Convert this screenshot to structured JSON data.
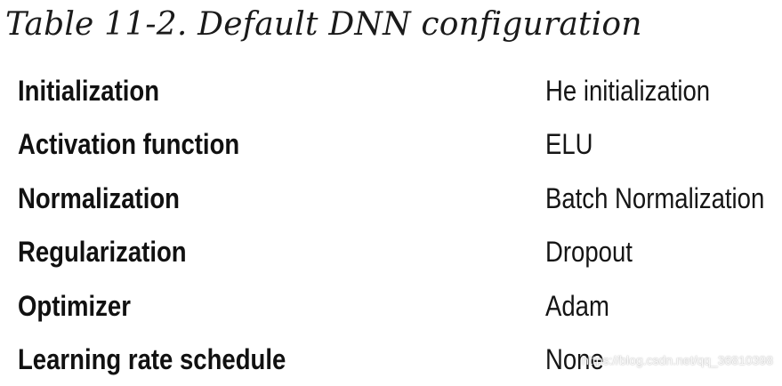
{
  "caption": "Table 11-2. Default DNN configuration",
  "rows": [
    {
      "key": "Initialization",
      "value": "He initialization"
    },
    {
      "key": "Activation function",
      "value": "ELU"
    },
    {
      "key": "Normalization",
      "value": "Batch Normalization"
    },
    {
      "key": "Regularization",
      "value": "Dropout"
    },
    {
      "key": "Optimizer",
      "value": "Adam"
    },
    {
      "key": "Learning rate schedule",
      "value": "None"
    }
  ],
  "watermark": "https://blog.csdn.net/qq_36810398"
}
